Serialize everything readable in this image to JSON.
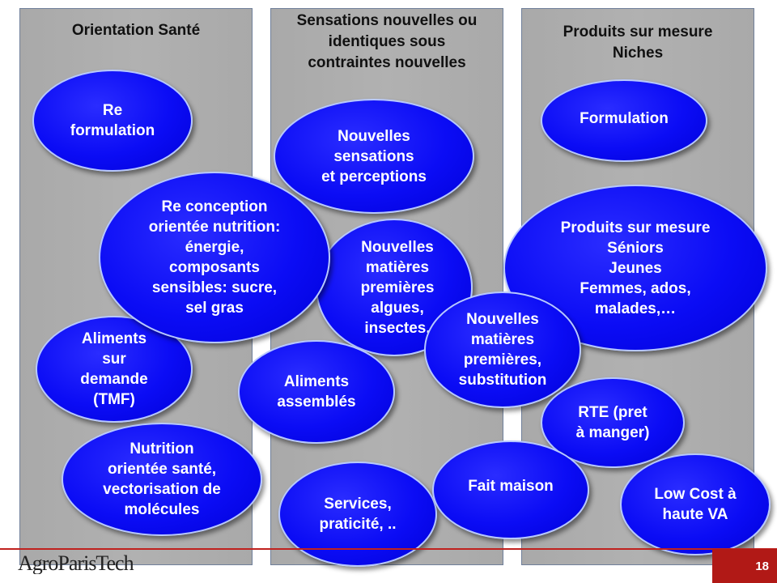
{
  "columns": [
    {
      "title": "Orientation Santé"
    },
    {
      "title": "Sensations nouvelles ou\nidentiques sous\ncontraintes nouvelles"
    },
    {
      "title": "Produits sur mesure\nNiches"
    }
  ],
  "bubbles": {
    "reformulation": "Re\nformulation",
    "reconception": "Re conception\norientée nutrition:\nénergie,\ncomposants\nsensibles: sucre,\nsel gras",
    "aliments_demande": "Aliments\nsur\ndemande\n(TMF)",
    "nutrition_sante": "Nutrition\norientée santé,\nvectorisation de\nmolécules",
    "nouvelles_sensations": "Nouvelles\nsensations\net perceptions",
    "matieres_algues": "Nouvelles\nmatières\npremières\nalgues,\ninsectes,",
    "matieres_substitution": "Nouvelles\nmatières\npremières,\nsubstitution",
    "aliments_assembles": "Aliments\nassemblés",
    "services": "Services,\npraticité, ..",
    "formulation": "Formulation",
    "sur_mesure": "Produits sur mesure\nSéniors\nJeunes\nFemmes, ados,\nmalades,…",
    "rte": "RTE (pret\nà manger)",
    "fait_maison": "Fait maison",
    "low_cost": "Low Cost à\nhaute VA"
  },
  "footer": {
    "logo_text": "AgroParisTech",
    "page_number": "18"
  },
  "colors": {
    "bubble_fill": "#0b0cf5",
    "column_fill": "#b1b1b1",
    "footer_red": "#b11916"
  }
}
